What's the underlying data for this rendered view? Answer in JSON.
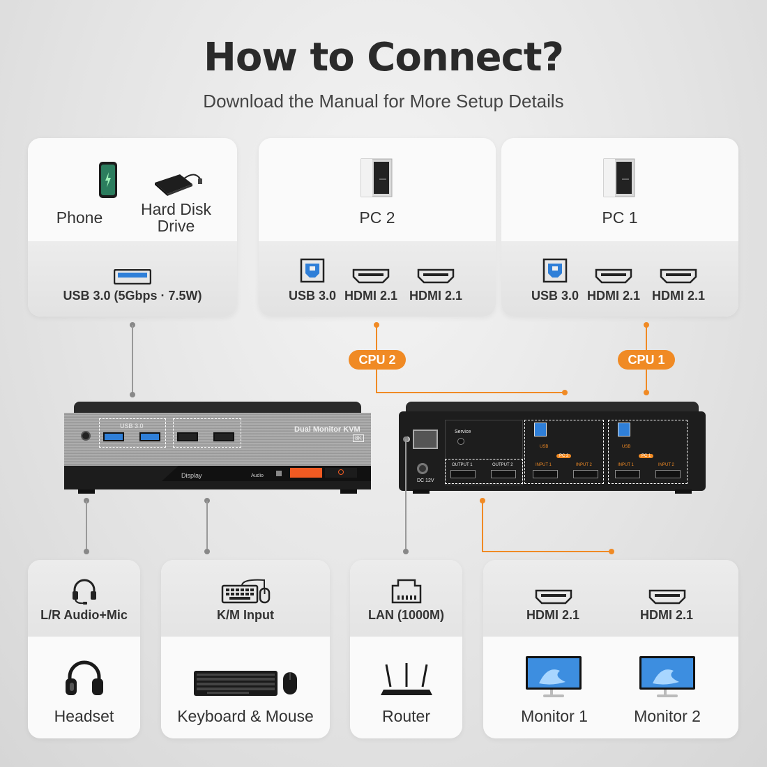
{
  "header": {
    "title": "How to Connect?",
    "subtitle": "Download the Manual for More Setup Details"
  },
  "top_cards": {
    "usb_devices": {
      "devices": [
        "Phone",
        "Hard Disk Drive"
      ],
      "port": "USB 3.0 (5Gbps · 7.5W)"
    },
    "pc2": {
      "name": "PC 2",
      "ports": [
        "USB 3.0",
        "HDMI 2.1",
        "HDMI 2.1"
      ]
    },
    "pc1": {
      "name": "PC 1",
      "ports": [
        "USB 3.0",
        "HDMI 2.1",
        "HDMI 2.1"
      ]
    }
  },
  "connectors": {
    "cpu2": "CPU 2",
    "cpu1": "CPU 1"
  },
  "kvm_front": {
    "model": "Dual Monitor KVM",
    "badge": "8K",
    "usb_group_label": "USB 3.0",
    "display_label": "Display",
    "audio_label": "Audio"
  },
  "kvm_back": {
    "service_label": "Service",
    "dc_label": "DC 12V",
    "outputs": [
      "OUTPUT 1",
      "OUTPUT 2"
    ],
    "pc2_tag": "PC 2",
    "pc1_tag": "PC 1",
    "usb_label": "USB",
    "inputs": [
      "INPUT 1",
      "INPUT 2"
    ]
  },
  "bottom_cards": {
    "audio": {
      "port": "L/R Audio+Mic",
      "device": "Headset"
    },
    "km": {
      "port": "K/M Input",
      "device": "Keyboard & Mouse"
    },
    "lan": {
      "port": "LAN (1000M)",
      "device": "Router"
    },
    "monitors": {
      "ports": [
        "HDMI 2.1",
        "HDMI 2.1"
      ],
      "devices": [
        "Monitor 1",
        "Monitor 2"
      ]
    }
  },
  "colors": {
    "accent": "#f08a24",
    "connector_gray": "#999999",
    "usb_blue": "#2f7fd8"
  }
}
